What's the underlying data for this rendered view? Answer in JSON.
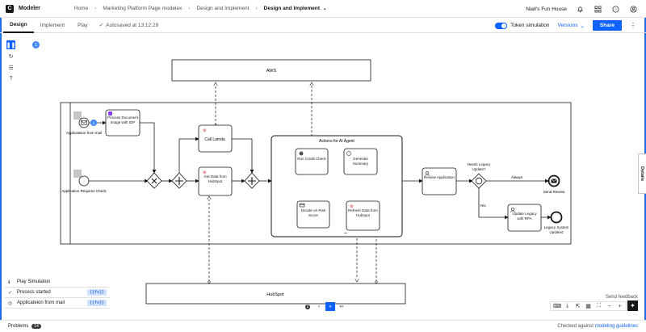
{
  "app": {
    "name": "Modeler",
    "logo_letter": "C"
  },
  "breadcrumbs": [
    {
      "label": "Home"
    },
    {
      "label": "Marketing Platform Page modelex"
    },
    {
      "label": "Design and Implement"
    },
    {
      "label": "Design and Implement"
    }
  ],
  "user": {
    "org": "Niall's Fun House"
  },
  "tabs": [
    {
      "label": "Design"
    },
    {
      "label": "Implement"
    },
    {
      "label": "Play"
    }
  ],
  "autosave": "Autosaved at 13:12:29",
  "token_simulation": {
    "label": "Token simulation",
    "enabled": true
  },
  "versions_label": "Versions",
  "share_label": "Share",
  "instance_badge": "1",
  "details_label": "Details",
  "diagram": {
    "pools": {
      "aws": "AWS",
      "hubspot": "HubSpot"
    },
    "events": {
      "start_mail": "Applicateion from mail",
      "start_check": "Application Requires Check",
      "end_review": "Send Review",
      "end_updated": "Legacy System Updated"
    },
    "tasks": {
      "process_doc": "Process Document Image with IDP",
      "call_lamda": "Call Lamda",
      "get_data": "Get Data from HubSpot",
      "review": "Review Application",
      "update_legacy": "Update Legacy with RPA"
    },
    "subprocess": {
      "title": "Actions for AI Agent",
      "run_credit": "Run Credit Check",
      "gen_summary": "Generate Summary",
      "decide_risk": "Decide on Risk Score",
      "refresh_data": "Refresh Data from Hubspot"
    },
    "gateway_label": "Needs Legacy Update?",
    "flow_always": "Always",
    "flow_yes": "Yes",
    "token_count": "1"
  },
  "simulation": {
    "items": [
      {
        "icon": "info-icon",
        "label": "Play Simulation",
        "code": ""
      },
      {
        "icon": "check-icon",
        "label": "Process started",
        "code": "{{fx}}"
      },
      {
        "icon": "mail-event-icon",
        "label": "Applicateion from mail",
        "code": "{{fx}}"
      }
    ]
  },
  "playback": {
    "step_count": "2"
  },
  "send_feedback": "Send feedback",
  "status": {
    "problems_label": "Problems",
    "problems_count": "14",
    "checked_prefix": "Checked against",
    "checked_link": "modeling guidelines"
  },
  "colors": {
    "accent": "#0f62fe",
    "token": "#4589ff",
    "task_icon": "#da1e28"
  }
}
